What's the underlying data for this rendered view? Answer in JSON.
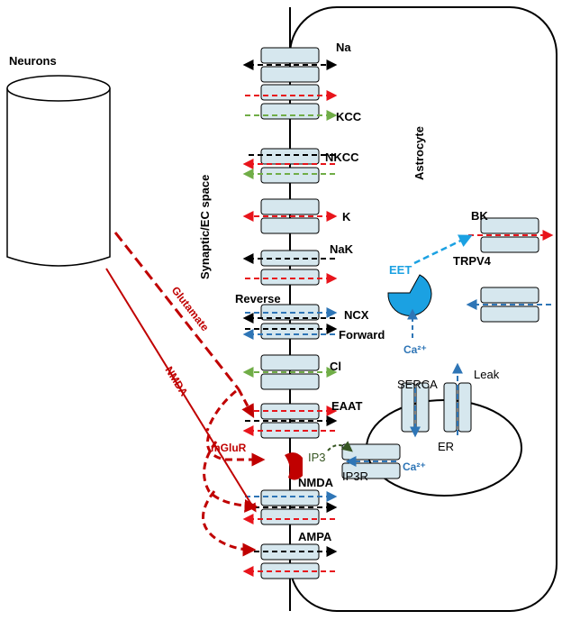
{
  "neurons_label": "Neurons",
  "astrocyte_label": "Astrocyte",
  "ec_space_label": "Synaptic/EC space",
  "channels": {
    "na": "Na",
    "kcc": "KCC",
    "nkcc": "NKCC",
    "k": "K",
    "nak": "NaK",
    "ncx": "NCX",
    "ncx_reverse": "Reverse",
    "ncx_forward": "Forward",
    "cl": "Cl",
    "eaat": "EAAT",
    "nmda": "NMDA",
    "ampa": "AMPA",
    "bk": "BK",
    "trpv4": "TRPV4",
    "ip3r": "IP3R",
    "serca": "SERCA",
    "leak": "Leak",
    "er": "ER"
  },
  "signals": {
    "glutamate": "Glutamate",
    "nmda": "NMDA",
    "mglur": "mGluR",
    "ip3": "IP3",
    "eet": "EET",
    "ca_cyto": "Ca²⁺",
    "ca_er": "Ca²⁺"
  },
  "colors": {
    "red": "#e8141b",
    "dark_red": "#c00000",
    "black": "#000000",
    "green": "#70ad47",
    "blue": "#2e75b6",
    "light_blue": "#1ba1e2",
    "channel_fill": "#d6e7ee"
  }
}
